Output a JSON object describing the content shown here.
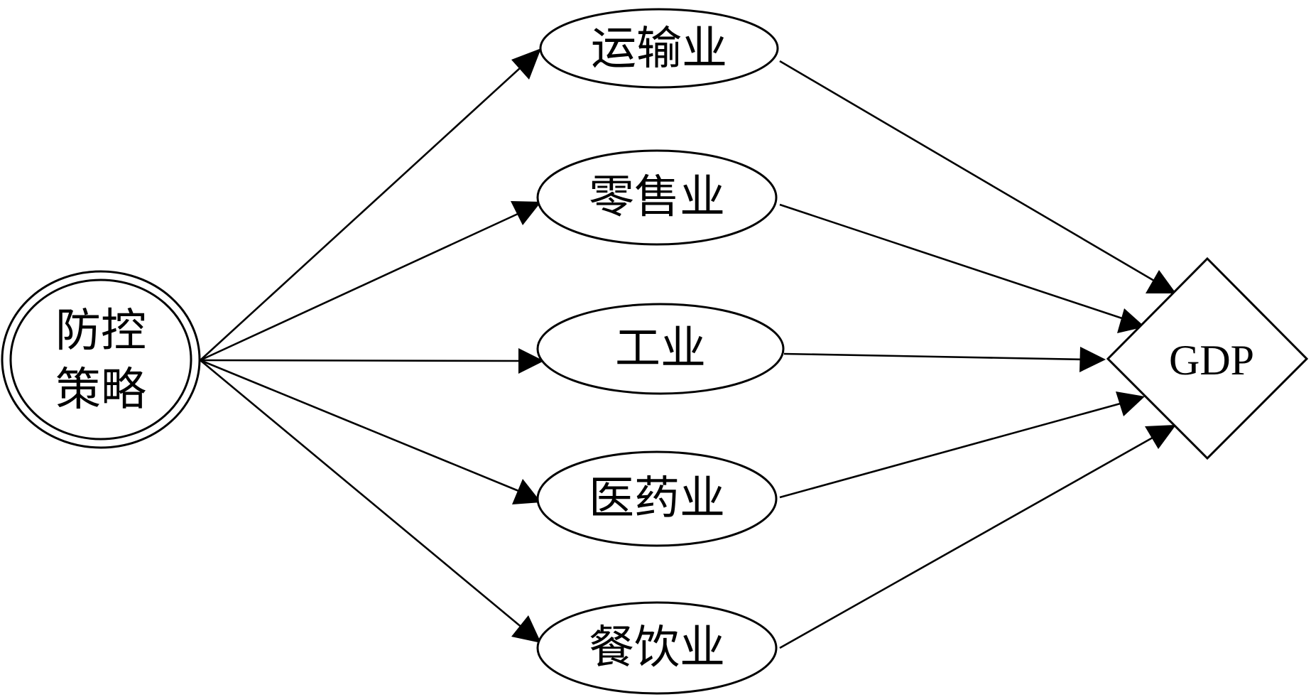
{
  "diagram": {
    "source_node": {
      "line1": "防控",
      "line2": "策略"
    },
    "industries": [
      {
        "label": "运输业"
      },
      {
        "label": "零售业"
      },
      {
        "label": "工业"
      },
      {
        "label": "医药业"
      },
      {
        "label": "餐饮业"
      }
    ],
    "target_node": {
      "label": "GDP"
    }
  }
}
